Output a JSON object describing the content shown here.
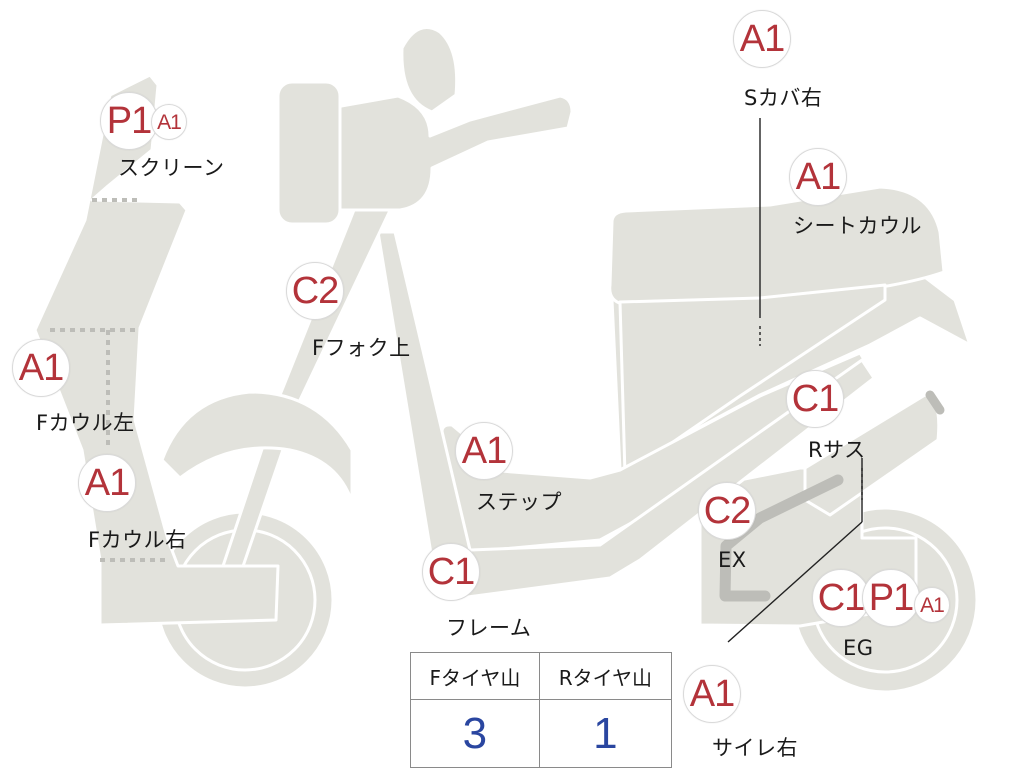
{
  "colors": {
    "fill": "#e2e2dc",
    "outline": "#ffffff",
    "accent": "#b3333a",
    "value": "#2a46a0"
  },
  "badges": [
    {
      "id": "p1-screen",
      "text": "P1"
    },
    {
      "id": "a1-screen",
      "text": "A1"
    },
    {
      "id": "a1-fcowl-left",
      "text": "A1"
    },
    {
      "id": "a1-fcowl-right",
      "text": "A1"
    },
    {
      "id": "c2-ffork",
      "text": "C2"
    },
    {
      "id": "a1-step",
      "text": "A1"
    },
    {
      "id": "c1-frame",
      "text": "C1"
    },
    {
      "id": "a1-scover",
      "text": "A1"
    },
    {
      "id": "a1-seatcowl",
      "text": "A1"
    },
    {
      "id": "c1-rsus",
      "text": "C1"
    },
    {
      "id": "c2-ex",
      "text": "C2"
    },
    {
      "id": "c1-eg",
      "text": "C1"
    },
    {
      "id": "p1-eg",
      "text": "P1"
    },
    {
      "id": "a1-eg",
      "text": "A1"
    },
    {
      "id": "a1-muffler",
      "text": "A1"
    }
  ],
  "labels": {
    "screen": "スクリーン",
    "fcowl_left": "Fカウル左",
    "fcowl_right": "Fカウル右",
    "ffork": "Fフォク上",
    "step": "ステップ",
    "frame": "フレーム",
    "scover": "Sカバ右",
    "seatcowl": "シートカウル",
    "rsus": "Rサス",
    "ex": "EX",
    "eg": "EG",
    "muffler": "サイレ右"
  },
  "tread_table": {
    "headers": [
      "Fタイヤ山",
      "Rタイヤ山"
    ],
    "values": [
      "3",
      "1"
    ]
  }
}
